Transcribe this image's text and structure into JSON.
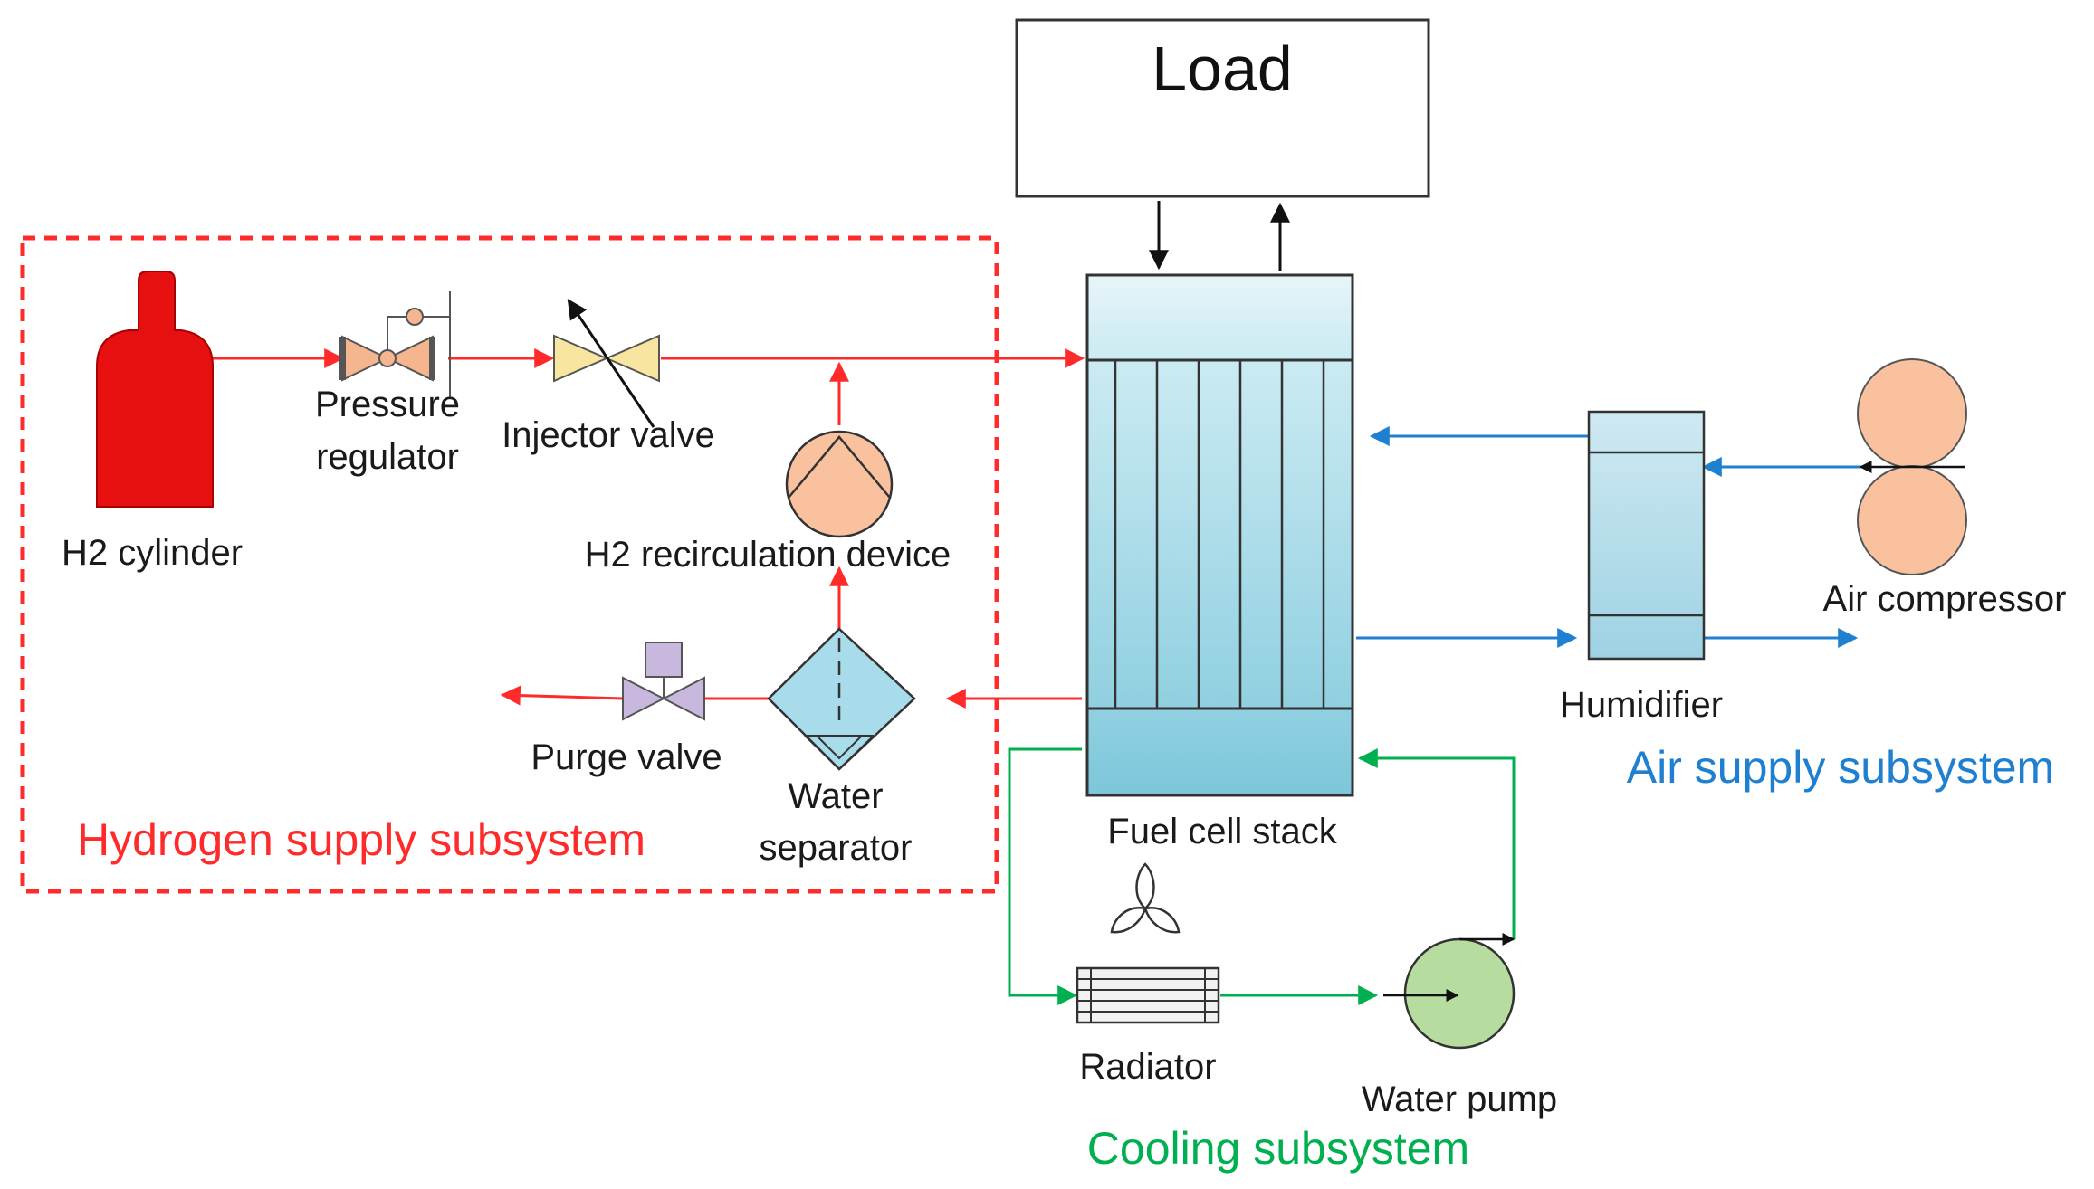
{
  "load": {
    "label": "Load"
  },
  "components": {
    "h2_cylinder": "H2 cylinder",
    "pressure_regulator_line1": "Pressure",
    "pressure_regulator_line2": "regulator",
    "injector_valve": "Injector valve",
    "h2_recirculation_device": "H2 recirculation device",
    "purge_valve": "Purge valve",
    "water_separator_line1": "Water",
    "water_separator_line2": "separator",
    "fuel_cell_stack": "Fuel cell stack",
    "humidifier": "Humidifier",
    "air_compressor": "Air compressor",
    "radiator": "Radiator",
    "water_pump": "Water pump"
  },
  "subsystems": {
    "hydrogen": {
      "label": "Hydrogen supply subsystem",
      "color": "#ff2a2a"
    },
    "air": {
      "label": "Air supply subsystem",
      "color": "#1f7fd0"
    },
    "cooling": {
      "label": "Cooling subsystem",
      "color": "#00b050"
    }
  },
  "colors": {
    "hydrogen_line": "#ff2a2a",
    "air_line": "#1f7fd0",
    "cooling_line": "#00b050",
    "h2_cylinder_fill": "#e61010",
    "regulator_fill": "#f5b58f",
    "injector_fill": "#f8e6a0",
    "recirculation_fill": "#f9c19d",
    "purge_valve_fill": "#c9b8de",
    "separator_fill": "#a8dceb",
    "stack_fill": "#9fd4e4",
    "humidifier_fill": "#a8d8e8",
    "compressor_fill": "#f9c19d",
    "pump_fill": "#b7dca0"
  }
}
